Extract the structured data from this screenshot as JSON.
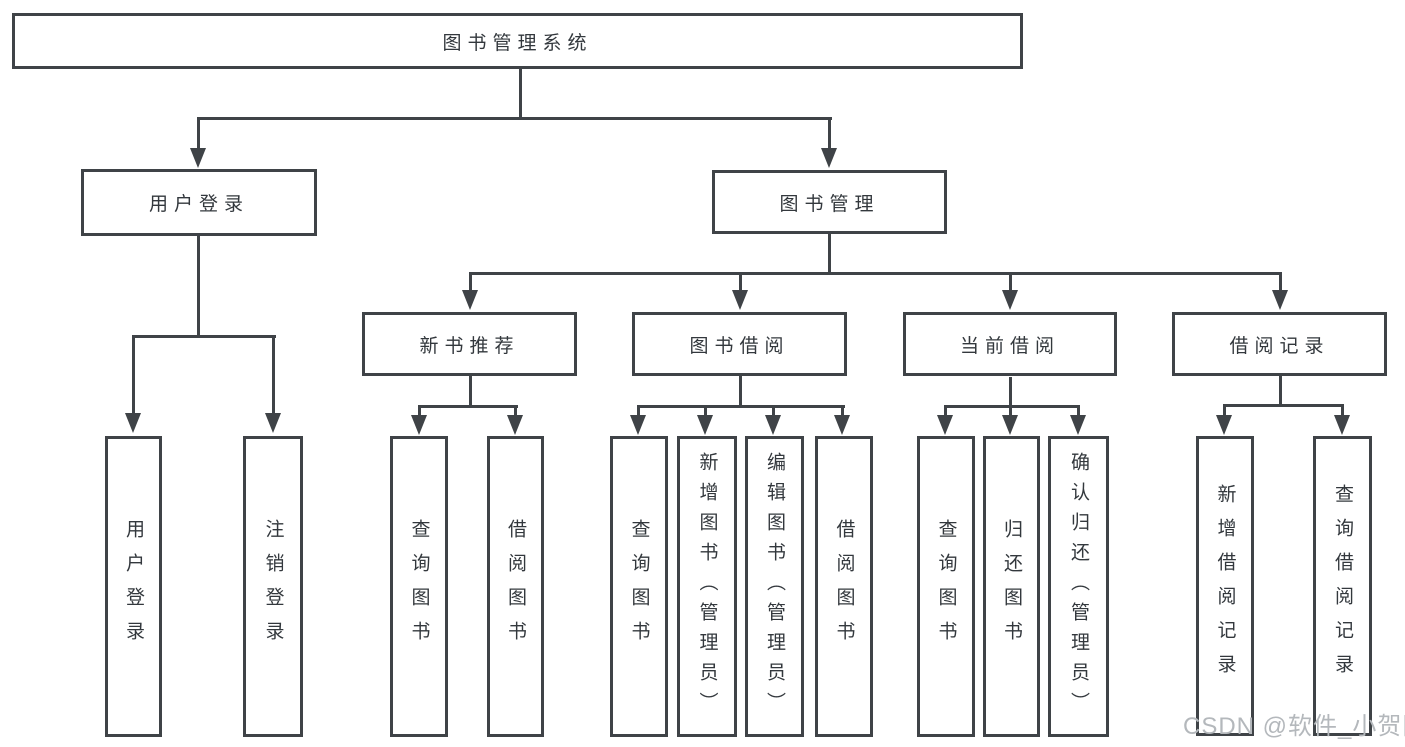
{
  "colors": {
    "line": "#3f4347",
    "text": "#33383d",
    "watermark": "#b4b8bc",
    "background": "#ffffff"
  },
  "tree": {
    "root": {
      "label": "图书管理系统"
    },
    "children": [
      {
        "label": "用户登录",
        "children": [
          {
            "label": "用户登录"
          },
          {
            "label": "注销登录"
          }
        ]
      },
      {
        "label": "图书管理",
        "children": [
          {
            "label": "新书推荐",
            "children": [
              {
                "label": "查询图书"
              },
              {
                "label": "借阅图书"
              }
            ]
          },
          {
            "label": "图书借阅",
            "children": [
              {
                "label": "查询图书"
              },
              {
                "label": "新增图书（管理员）"
              },
              {
                "label": "编辑图书（管理员）"
              },
              {
                "label": "借阅图书"
              }
            ]
          },
          {
            "label": "当前借阅",
            "children": [
              {
                "label": "查询图书"
              },
              {
                "label": "归还图书"
              },
              {
                "label": "确认归还（管理员）"
              }
            ]
          },
          {
            "label": "借阅记录",
            "children": [
              {
                "label": "新增借阅记录"
              },
              {
                "label": "查询借阅记录"
              }
            ]
          }
        ]
      }
    ]
  },
  "watermark": {
    "text": "CSDN @软件_小贺同学"
  }
}
